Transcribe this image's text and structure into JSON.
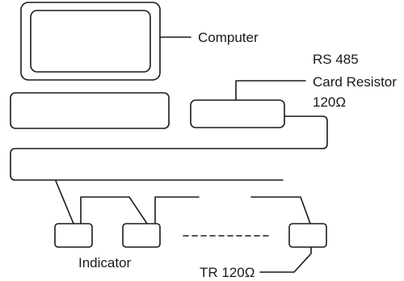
{
  "labels": {
    "computer": "Computer",
    "rs485_line1": "RS 485",
    "rs485_line2": "Card Resistor",
    "rs485_line3": "120Ω",
    "indicator": "Indicator",
    "terminator": "TR 120Ω"
  },
  "colors": {
    "line": "#1a1a1a",
    "background": "#ffffff"
  }
}
